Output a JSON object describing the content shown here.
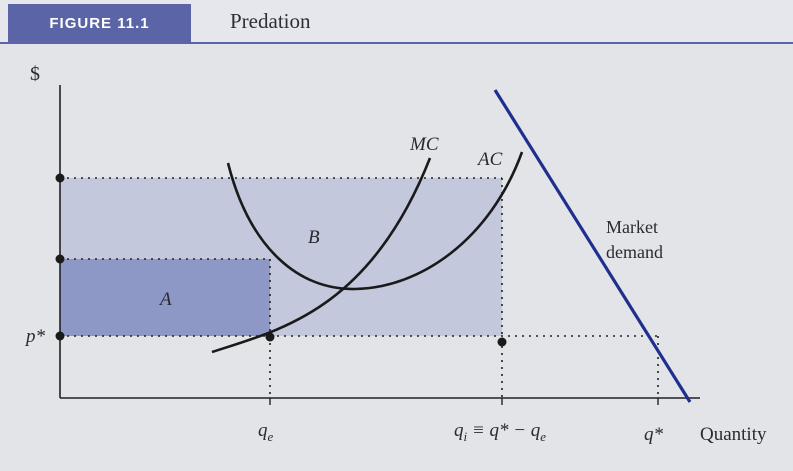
{
  "header": {
    "figure_label": "FIGURE 11.1",
    "title": "Predation"
  },
  "figure": {
    "y_axis_label": "$",
    "x_axis_label": "Quantity",
    "price_label": "p*",
    "region_a_label": "A",
    "region_b_label": "B",
    "mc_label": "MC",
    "ac_label": "AC",
    "demand_label_line1": "Market",
    "demand_label_line2": "demand",
    "qe_label": "q",
    "qe_sub": "e",
    "qi_label_q": "q",
    "qi_sub": "i",
    "qi_rest": " ≡ q* − q",
    "qi_rest_sub": "e",
    "qstar_label": "q*"
  },
  "colors": {
    "accent": "#5a64a6",
    "region_a": "#8e98c6",
    "region_b": "#b9bfd8",
    "demand_line": "#1f2f8c",
    "curve": "#1a1a1a"
  }
}
